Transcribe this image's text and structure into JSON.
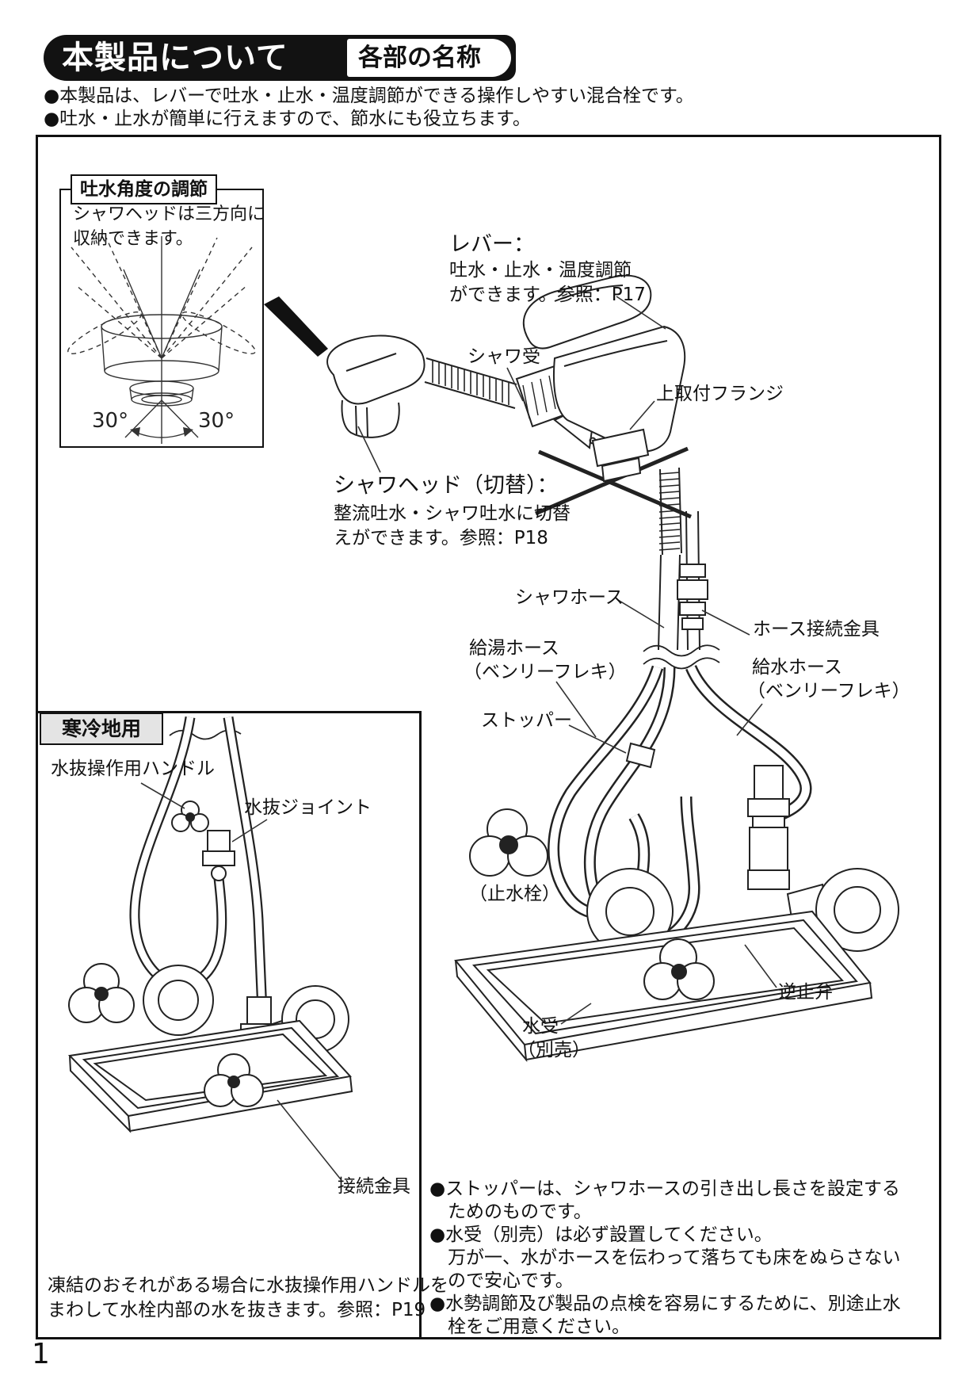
{
  "header": {
    "title": "本製品について",
    "subtitle": "各部の名称"
  },
  "intro_bullets": [
    "●本製品は、レバーで吐水・止水・温度調節ができる操作しやすい混合栓です。",
    "●吐水・止水が簡単に行えますので、節水にも役立ちます。"
  ],
  "angle_box": {
    "title": "吐水角度の調節",
    "desc1": "シャワヘッドは三方向に",
    "desc2": "収納できます。",
    "angle_left": "30°",
    "angle_right": "30°"
  },
  "labels": {
    "lever_title": "レバー：",
    "lever_desc1": "吐水・止水・温度調節",
    "lever_desc2": "ができます。参照：P17",
    "shower_receiver": "シャワ受",
    "upper_flange": "上取付フランジ",
    "shower_head_title": "シャワヘッド（切替）：",
    "shower_head_desc1": "整流吐水・シャワ吐水に切替",
    "shower_head_desc2": "えができます。参照：P18",
    "shower_hose": "シャワホース",
    "hose_fitting": "ホース接続金具",
    "hot_hose1": "給湯ホース",
    "hot_hose2": "（ベンリーフレキ）",
    "cold_hose1": "給水ホース",
    "cold_hose2": "（ベンリーフレキ）",
    "stopper": "ストッパー",
    "stop_valve": "（止水栓）",
    "check_valve": "逆止弁",
    "tray1": "水受",
    "tray2": "（別売）"
  },
  "cold_region": {
    "title": "寒冷地用",
    "drain_handle": "水抜操作用ハンドル",
    "drain_joint": "水抜ジョイント",
    "fitting": "接続金具",
    "note1": "凍結のおそれがある場合に水抜操作用ハンドルを",
    "note2": "まわして水栓内部の水を抜きます。参照：P19"
  },
  "notes": [
    "●ストッパーは、シャワホースの引き出し長さを設定する",
    "　ためのものです。",
    "●水受（別売）は必ず設置してください。",
    "　万が一、水がホースを伝わって落ちても床をぬらさない",
    "　ので安心です。",
    "●水勢調節及び製品の点検を容易にするために、別途止水",
    "　栓をご用意ください。"
  ],
  "page": {
    "number": "1"
  }
}
